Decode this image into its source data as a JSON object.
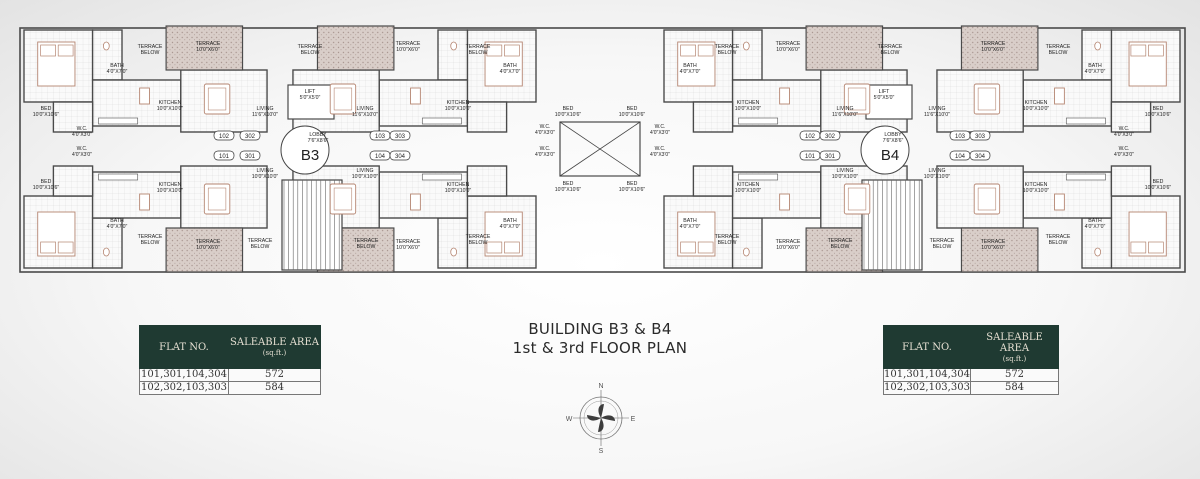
{
  "title": {
    "line1": "BUILDING B3 & B4",
    "line2": "1st & 3rd FLOOR PLAN"
  },
  "building_labels": [
    "B3",
    "B4"
  ],
  "area_table": {
    "col_flat": "FLAT NO.",
    "col_area": "SALEABLE AREA",
    "col_unit": "(sq.ft.)",
    "rows": [
      {
        "flats": "101,301,104,304",
        "area": "572"
      },
      {
        "flats": "102,302,103,303",
        "area": "584"
      }
    ]
  },
  "compass": {
    "n": "N",
    "s": "S",
    "e": "E",
    "w": "W"
  },
  "rooms": {
    "terrace": "TERRACE",
    "terrace_size": "10'0\"X6'0\"",
    "terrace_below": "TERRACE BELOW",
    "bath": "BATH",
    "bath_size": "4'0\"X7'0\"",
    "bed": "BED",
    "bed_size": "10'0\"X10'6\"",
    "kitchen": "KITCHEN",
    "kitchen_size": "10'0\"X10'0\"",
    "living": "LIVING",
    "living_size_a": "11'6\"X10'0\"",
    "living_size_b": "10'0\"X10'0\"",
    "wc": "W.C.",
    "wc_size": "4'0\"X3'0\"",
    "lift": "LIFT",
    "lift_size": "5'0\"X5'0\"",
    "lobby": "LOBBY",
    "lobby_size": "7'6\"X8'6\""
  },
  "flat_tags": [
    "102",
    "302",
    "103",
    "303",
    "101",
    "301",
    "104",
    "304"
  ],
  "colors": {
    "wall": "#4a4a4a",
    "terrace_fill": "#d9cec9",
    "furniture": "#b48470",
    "table_header": "#1f3a32"
  }
}
